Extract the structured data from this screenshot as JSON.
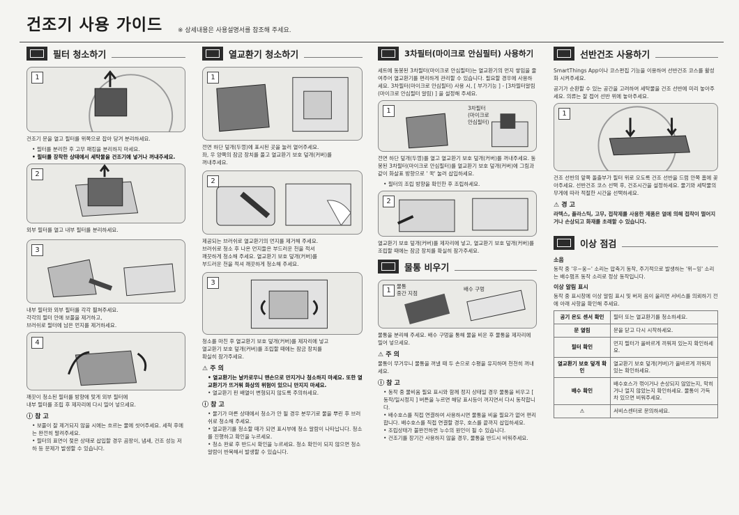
{
  "header": {
    "title": "건조기 사용 가이드",
    "note": "※ 상세내용은 사용설명서를 참조해 주세요."
  },
  "filter": {
    "title": "필터 청소하기",
    "s1": "건조기 문을 열고 필터를 위쪽으로 잡아 당겨 분리하세요.",
    "b1": "필터를 분리한 후 고무 패킹을 분리하지 마세요.",
    "b2": "필터를 장착한 상태에서 세탁물을 건조기에 넣거나 꺼내주세요.",
    "s2": "외부 필터를 열고 내부 필터를 분리하세요.",
    "s3a": "내부 필터와 외부 필터를 각각 펼쳐주세요.",
    "s3b": "각각의 필터 안에 보풀을 제거하고,",
    "s3c": "브러쉬로 필터에 남은 먼지를 제거하세요.",
    "s4a": "깨끗이 청소된 필터를 방향에 맞게 외부 필터에",
    "s4b": "내부 필터를 조립 후 제자리에 다시 밀어 넣으세요.",
    "note_title": "참 고",
    "n1": "보풀이 잘 제거되지 않을 시에는 흐르는 물에 씻어주세요.",
    "n1b": "세척 후에는 완전히 말려주세요.",
    "n2": "필터의 표면이 젖은 상태로 삽입할 경우",
    "n2b": "곰팡이, 냄새, 건조 성능 저하 등 문제가 발생할 수 있습니다."
  },
  "exchanger": {
    "title": "열교환기 청소하기",
    "s1a": "전면 하단 덮개(두껑)에 표시된 곳을 눌러 열어주세요.",
    "s1b": "좌, 우 양쪽의 잠금 장치를 풀고 열교환기 보호 덮개(커버)를",
    "s1c": "꺼내주세요.",
    "s2a": "제공되는 브러쉬로 열교환기의 먼지를 제거해 주세요.",
    "s2b": "브러쉬로 청소 후 나온 먼지들은 부드러운 천을 적셔",
    "s2c": "깨끗하게 청소해 주세요. 열교환기 보호 덮개(커버)를",
    "s2d": "부드러운 천을 적셔 깨끗하게 청소해 주세요.",
    "s3a": "청소를 마친 후 열교환기 보호 덮개(커버)를 제자리에 넣고",
    "s3b": "열교환기 보호 덮개(커버)를 조립할 때에는 잠금 장치를",
    "s3c": "확실히 잠가주세요.",
    "caution_title": "주 의",
    "c1": "열교환기는 날카로우니 맨손으로 만지거나 청소하지 마세요. 또한 열교환기가 뜨거워 화상의 위험이 있으니 만지지 마세요.",
    "c2": "열교환기 핀 배열이 변형되지 않도록 주의하세요.",
    "note_title": "참 고",
    "n1": "물기가 마른 상태에서 청소가 안 될 경우 분무기로 물을 뿌린 후 브러쉬로 청소해 주세요.",
    "n2": "열교환기를 청소할 때가 되면 표시부에 청소 알람이 나타납니다. 청소를 진행하고 확인을 누르세요.",
    "n3": "청소 완료 후 반드시 확인을 누르세요. 청소 확인이 되지 않으면 청소 알람이 반복해서 발생할 수 있습니다."
  },
  "third": {
    "title": "3차필터(마이크로 안심필터) 사용하기",
    "intro": "세트에 동봉된 3차필터(마이크로 안심필터)는 열교환기의 먼지 쌓임을 줄여주어 열교환기를 편리하게 관리할 수 있습니다. 필요할 경우에 사용하세요. 3차필터(마이크로 안심필터) 사용 시, [ 부가기능 ] - [3차필터알림(마이크로 안심필터 알림) ] 을 설정해 주세요.",
    "label1": "3차필터",
    "label2": "(마이크로",
    "label3": "안심필터)",
    "s1": "전면 하단 덮개(두껑)를 열고 열교환기 보호 덮개(커버)를 꺼내주세요. 동봉된 3차필터(마이크로 안심필터)를 열교환기 보호 덮개(커버)에 그림과 같이 화살표 방향으로 ' 꾹' 눌러 삽입하세요.",
    "b1": "필터의 조립 방향을 확인한 후 조립하세요.",
    "s2": "열교환기 보호 덮개(커버)를 제자리에 넣고, 열교환기 보호 덮개(커버)를 조립할 때에는 잠금 장치를 확실히 잠가주세요."
  },
  "drain": {
    "title": "물통 비우기",
    "label1": "물통",
    "label2": "중간 지점",
    "label3": "배수 구멍",
    "s1": "물통을 분리해 주세요. 배수 구멍을 통해 물을 비운 후 물통을 제자리에 밀어 넣으세요.",
    "caution_title": "주 의",
    "c1": "물통이 무거우니 물통을 꺼낼 때 두 손으로 수평을 유지하며 천천히 꺼내세요.",
    "note_title": "참 고",
    "n1": "동작 중 물비움 필요 표시와 함께 정지 상태일 경우 물통을 비우고 [ 동작/일시정지 ] 버튼을 누르면 해당 표시등이 꺼지면서 다시 동작합니다.",
    "n2": "배수호스를 직접 연결하여 사용하시면 물통을 비울 필요가 없어 편리합니다.",
    "n2b": "배수호스를 직접 연결할 경우, 호스를 끝까지 삽입하세요.",
    "n3": "조립상태가 불완전하면 누수의 원인이 될 수 있습니다.",
    "n4": "건조기를 장기간 사용하지 않을 경우, 물통을 반드시 비워주세요."
  },
  "shelf": {
    "title": "선반건조 사용하기",
    "i1": "SmartThings App이나 코스편집 기능을 이용하여 선반건조 코스를 활성화 시켜주세요.",
    "i2": "공기가 순환할 수 있는 공간을 고려하여 세탁물을 건조 선반에 미리 놓아주세요.",
    "i3": "의류는 잘 접어 선반 위에 놓아주세요.",
    "s1": "건조 선반의 앞쪽 돌출부가 필터 위로 오도록 건조 선반을 드럼 안쪽 홈에 꽂아주세요. 선반건조 코스 선택 후, 건조시간을 설정하세요. 물기와 세탁물의 무게에 따라 적절한 시간을 선택하세요.",
    "warn_title": "경 고",
    "w1": "라텍스, 플라스틱, 고무, 접착제를 사용한 제품은 열에 의해 접착이 떨어지거나 손상되고 화재를 초래할 수 있습니다."
  },
  "check": {
    "title": "이상 점검",
    "noise_title": "소음",
    "noise": "동작 중 '우~웅~' 소리는 압축기 동작, 주기적으로 발생하는 '위~잉' 소리는 배수펌프 동작 소리로 정상 동작입니다.",
    "alarm_title": "이상 알림 표시",
    "alarm": "동작 중 표시창에 이상 알림 표시 및 버저 음이 울리면 서비스를 의뢰하기 전에 아래 사항을 확인해 주세요.",
    "rows": [
      {
        "k": "공기 온도 센서 확인",
        "v": "필터 또는 열교환기를 청소하세요."
      },
      {
        "k": "문 열림",
        "v": "문을 닫고 다시 시작하세요."
      },
      {
        "k": "필터 확인",
        "v": "먼지 필터가 올바르게 끼워져 있는지 확인하세요."
      },
      {
        "k": "열교환기 보호 덮개 확인",
        "v": "열교환기 보호 덮개(커버)가 올바르게 끼워져 있는 확인하세요."
      },
      {
        "k": "배수 확인",
        "v": "배수호스가 꺾이거나 손상되지 않았는지, 막히거나 얼지 않았는지 확인하세요. 물통이 가득 차 있으면 비워주세요."
      },
      {
        "k": "⚠",
        "v": "서비스센터로 문의하세요."
      }
    ]
  }
}
